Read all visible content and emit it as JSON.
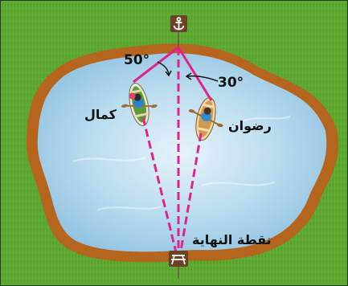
{
  "diagram": {
    "angles": {
      "left": "50°",
      "right": "30°"
    },
    "boats": {
      "left_name": "كمال",
      "right_name": "رضوان"
    },
    "end_point_label": "نقطة النهاية",
    "colors": {
      "grass": "#5faa32",
      "shore": "#b5651d",
      "water": "#a9d2ea",
      "path": "#e0248c",
      "sign": "#6b4226"
    },
    "icons": {
      "top_sign": "anchor-icon",
      "bottom_sign": "picnic-table-icon"
    }
  }
}
